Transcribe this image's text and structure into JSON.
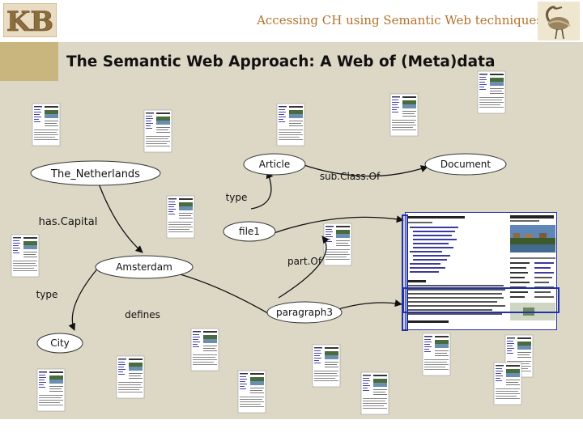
{
  "header": {
    "title": "Accessing CH using Semantic Web techniques",
    "logo_text": "KB",
    "bird_icon": "heron-bird-icon"
  },
  "slide": {
    "title": "The Semantic Web Approach: A Web of (Meta)data"
  },
  "nodes": {
    "the_netherlands": "The_Netherlands",
    "article": "Article",
    "document": "Document",
    "amsterdam": "Amsterdam",
    "city": "City",
    "file1": "file1",
    "paragraph3": "paragraph3"
  },
  "edges": {
    "sub_class_of": "sub.Class.Of",
    "type_upper": "type",
    "has_capital": "has.Capital",
    "part_of": "part.Of",
    "type_lower": "type",
    "defines": "defines"
  },
  "colors": {
    "header_text": "#b3722c",
    "content_bg": "#ddd8c6",
    "accent_block": "#c8b67e",
    "screenshot_border": "#2233aa",
    "node_fill": "#ffffff"
  }
}
